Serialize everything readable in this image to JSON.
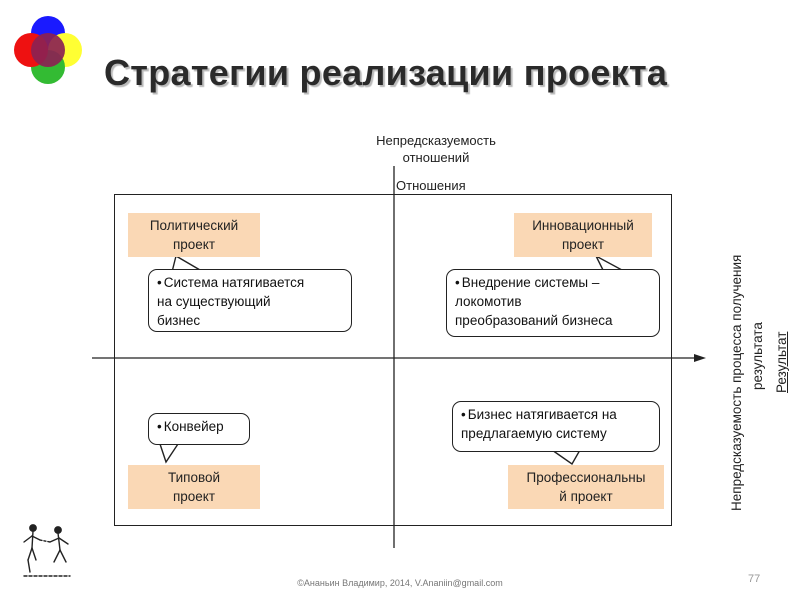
{
  "title": "Стратегии реализации проекта",
  "axis_top": {
    "line1": "Непредсказуемость",
    "line2": "отношений",
    "line3": "Отношения"
  },
  "axis_right": {
    "line1": "Непредсказуемость  процесса получения",
    "line2": "результата",
    "line3": "Результат"
  },
  "quadrants": {
    "top_left": {
      "label_line1": "Политический",
      "label_line2": "проект"
    },
    "top_right": {
      "label_line1": "Инновационный",
      "label_line2": "проект"
    },
    "bottom_left": {
      "label_line1": "Типовой",
      "label_line2": "проект"
    },
    "bottom_right": {
      "label_line1": "Профессиональны",
      "label_line2": "й проект"
    }
  },
  "notes": {
    "top_left": {
      "bullet": "•",
      "line1": "Система натягивается",
      "line2": "на существующий",
      "line3": "бизнес"
    },
    "top_right": {
      "bullet": "•",
      "line1": "Внедрение системы –",
      "line2": "локомотив",
      "line3": "преобразований бизнеса"
    },
    "bottom_left": {
      "bullet": "•",
      "line1": "Конвейер"
    },
    "bottom_right": {
      "bullet": "•",
      "line1": "Бизнес натягивается на",
      "line2": "предлагаемую систему"
    }
  },
  "footer": "©Ананьин Владимир, 2014, V.Ananiin@gmail.com",
  "page_number": "77",
  "logo": {
    "colors": [
      "#1a1aff",
      "#ffff33",
      "#33bb33",
      "#ee1111",
      "#8b2252"
    ]
  },
  "icons": {
    "decoration": "hanging-figures-icon"
  }
}
